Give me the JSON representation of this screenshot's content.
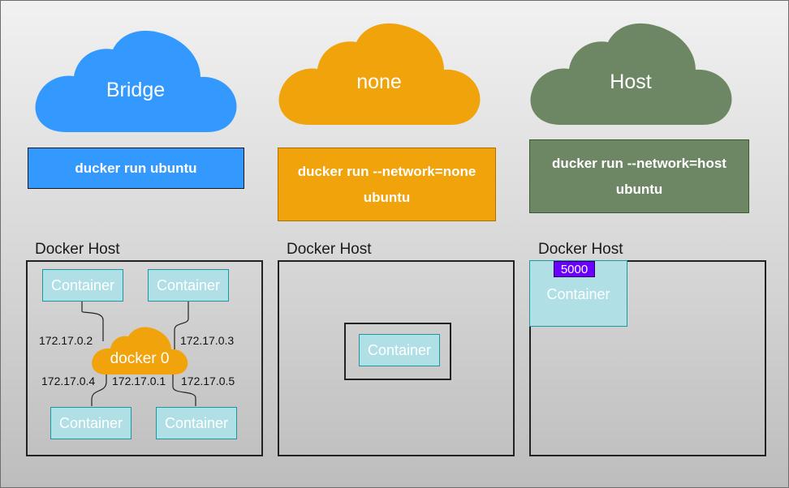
{
  "networks": [
    {
      "name": "Bridge",
      "color": "#3399ff",
      "command": "ducker run ubuntu"
    },
    {
      "name": "none",
      "color": "#f0a30a",
      "command_lines": [
        "ducker run --network=none",
        "ubuntu"
      ]
    },
    {
      "name": "Host",
      "color": "#6d8764",
      "command_lines": [
        "ducker run --network=host",
        "ubuntu"
      ]
    }
  ],
  "hosts": [
    {
      "title": "Docker Host",
      "bridge_name": "docker 0",
      "containers": [
        "Container",
        "Container",
        "Container",
        "Container"
      ],
      "ips": [
        "172.17.0.2",
        "172.17.0.3",
        "172.17.0.4",
        "172.17.0.1",
        "172.17.0.5"
      ]
    },
    {
      "title": "Docker Host",
      "container": "Container"
    },
    {
      "title": "Docker Host",
      "container": "Container",
      "port": "5000"
    }
  ],
  "colors": {
    "container_fill": "#b0e0e6",
    "container_border": "#1a9aa0",
    "port_badge": "#6a00ff",
    "docker0_cloud": "#f0a30a"
  }
}
